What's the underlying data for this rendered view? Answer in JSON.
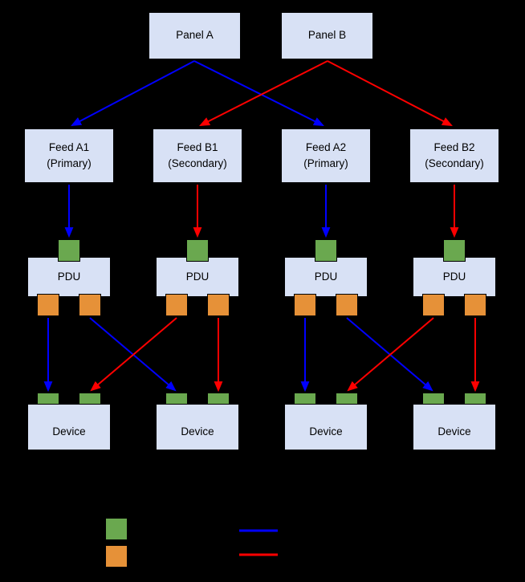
{
  "colors": {
    "bg": "#000000",
    "box-fill": "#d8e1f5",
    "box-border": "#000000",
    "text": "#000000",
    "green": "#6aa84f",
    "orange": "#e69138",
    "blue": "#0000ff",
    "red": "#ff0000"
  },
  "panels": [
    {
      "label": "Panel A"
    },
    {
      "label": "Panel B"
    }
  ],
  "feeds": [
    {
      "line1": "Feed A1",
      "line2": "(Primary)"
    },
    {
      "line1": "Feed B1",
      "line2": "(Secondary)"
    },
    {
      "line1": "Feed A2",
      "line2": "(Primary)"
    },
    {
      "line1": "Feed B2",
      "line2": "(Secondary)"
    }
  ],
  "pdus": [
    {
      "label": "PDU"
    },
    {
      "label": "PDU"
    },
    {
      "label": "PDU"
    },
    {
      "label": "PDU"
    }
  ],
  "devices": [
    {
      "label": "Device"
    },
    {
      "label": "Device"
    },
    {
      "label": "Device"
    },
    {
      "label": "Device"
    }
  ],
  "legend": {
    "swatches": [
      {
        "name": "green-port"
      },
      {
        "name": "orange-port"
      }
    ],
    "lines": [
      {
        "name": "blue-path"
      },
      {
        "name": "red-path"
      }
    ]
  }
}
